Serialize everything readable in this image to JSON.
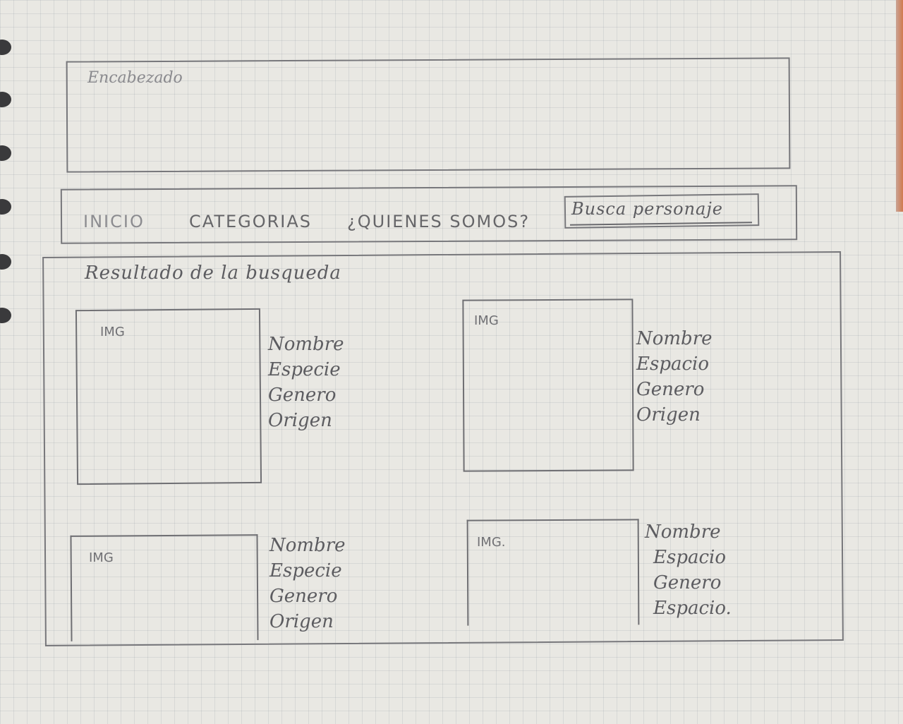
{
  "header": {
    "label": "Encabezado"
  },
  "nav": {
    "items": [
      {
        "label": "INICIO"
      },
      {
        "label": "CATEGORIAS"
      },
      {
        "label": "¿QUIENES SOMOS?"
      }
    ],
    "search": {
      "placeholder": "Busca personaje"
    }
  },
  "results": {
    "title": "Resultado de la busqueda",
    "cards": [
      {
        "img_label": "IMG",
        "fields": [
          "Nombre",
          "Especie",
          "Genero",
          "Origen"
        ]
      },
      {
        "img_label": "IMG",
        "fields": [
          "Nombre",
          "Espacio",
          "Genero",
          "Origen"
        ]
      },
      {
        "img_label": "IMG",
        "fields": [
          "Nombre",
          "Especie",
          "Genero",
          "Origen"
        ]
      },
      {
        "img_label": "IMG.",
        "fields": [
          "Nombre",
          "Espacio",
          "Genero",
          "Espacio."
        ]
      }
    ]
  },
  "colors": {
    "paper": "#e9e8e3",
    "grid": "#b9bec4",
    "pencil": "#5a5a5e"
  }
}
